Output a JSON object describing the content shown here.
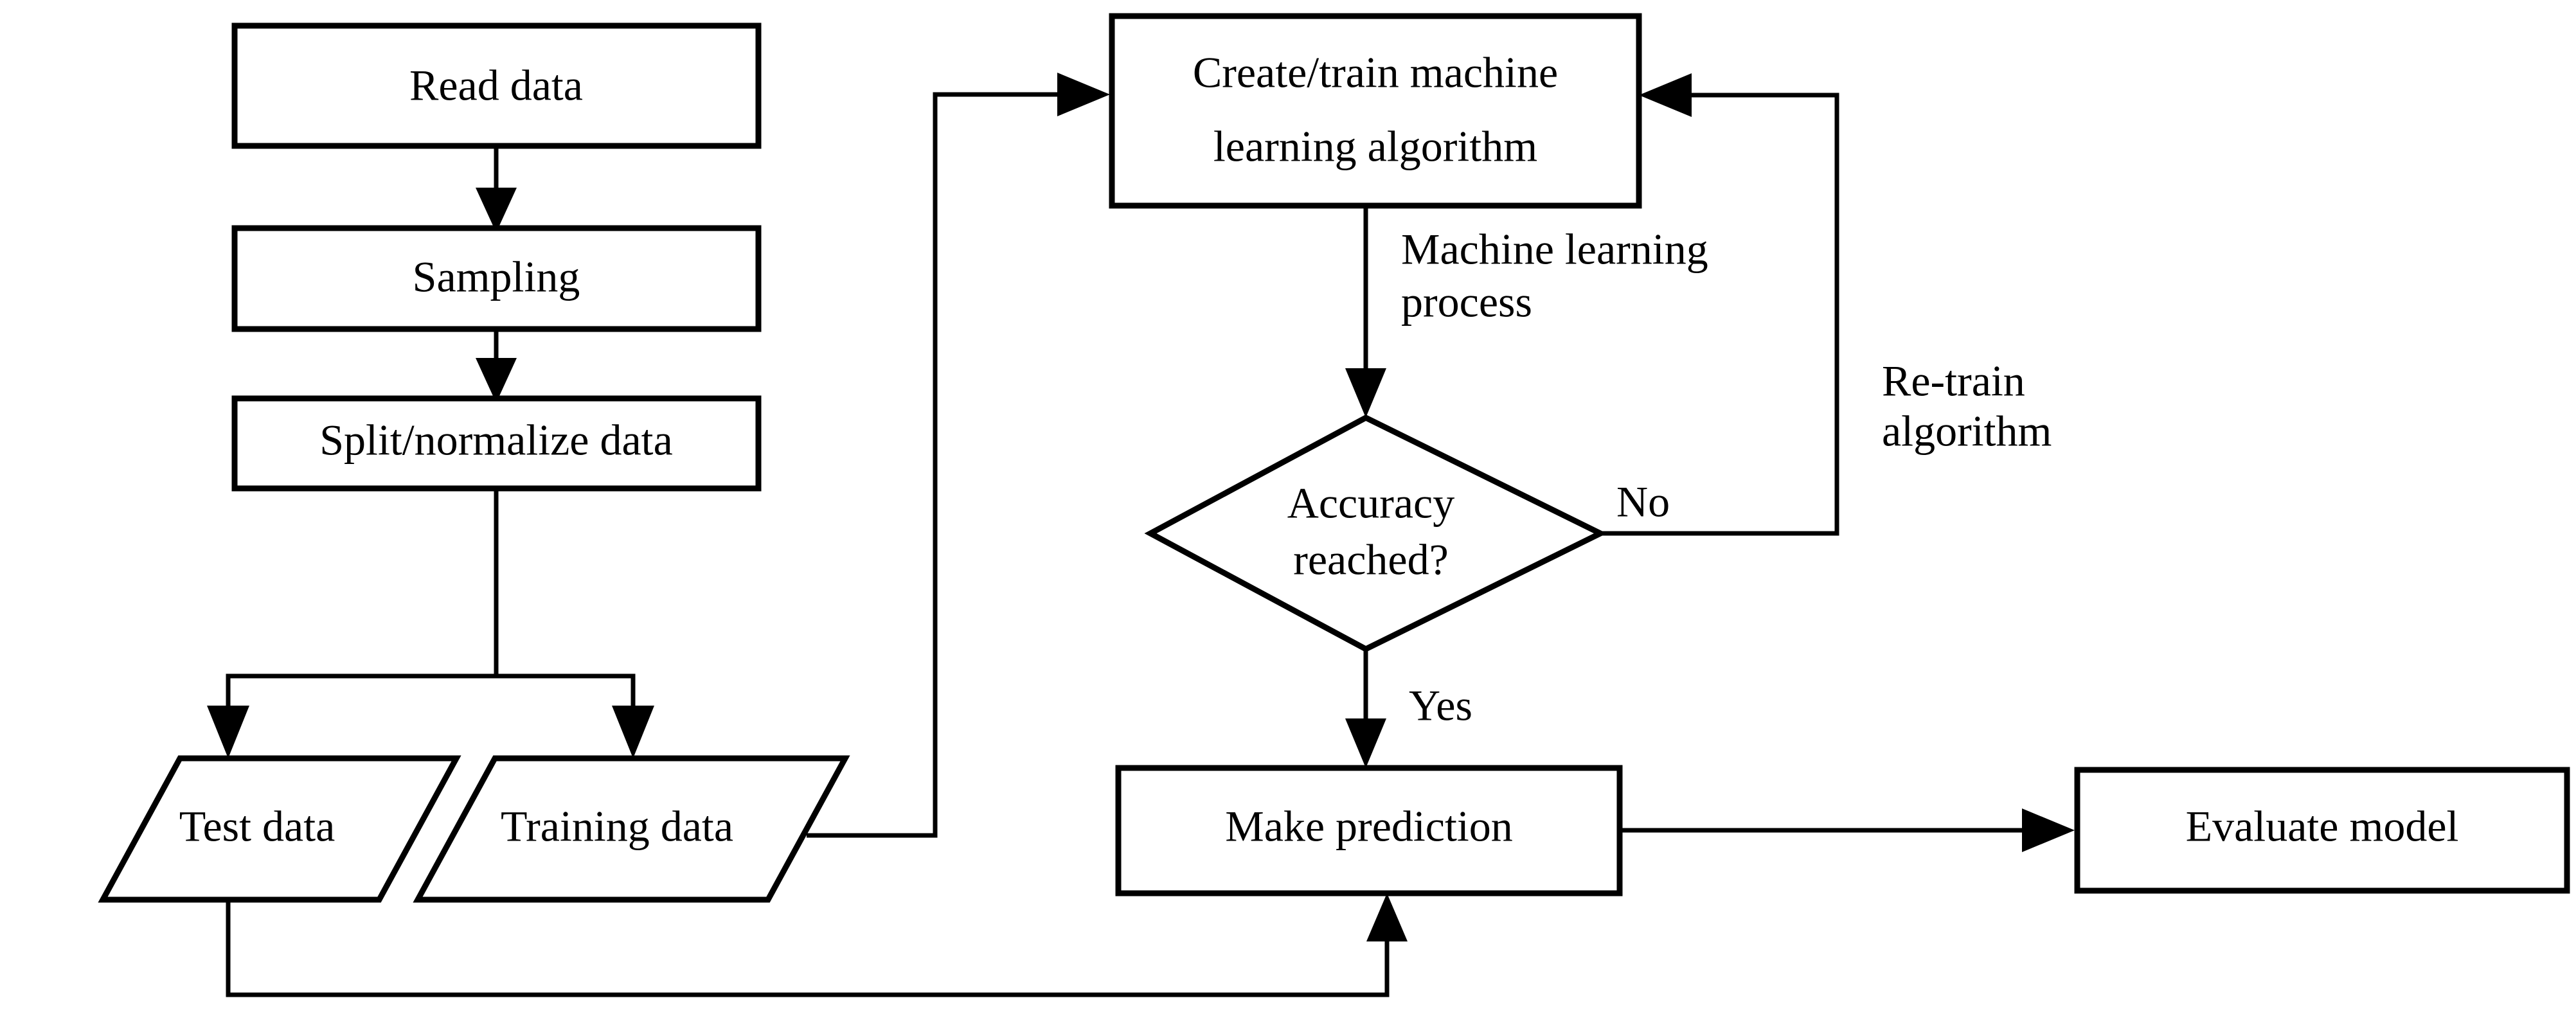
{
  "diagram": {
    "title": "Machine learning workflow flowchart",
    "background_color": "#ffffff",
    "stroke_color": "#000000",
    "nodes": {
      "read_data": {
        "label": "Read data",
        "shape": "rectangle"
      },
      "sampling": {
        "label": "Sampling",
        "shape": "rectangle"
      },
      "split_normalize": {
        "label": "Split/normalize data",
        "shape": "rectangle"
      },
      "test_data": {
        "label": "Test data",
        "shape": "parallelogram"
      },
      "training_data": {
        "label": "Training data",
        "shape": "parallelogram"
      },
      "create_train": {
        "label_line1": "Create/train machine",
        "label_line2": "learning algorithm",
        "shape": "rectangle"
      },
      "accuracy_decision": {
        "label_line1": "Accuracy",
        "label_line2": "reached?",
        "shape": "diamond"
      },
      "make_prediction": {
        "label": "Make prediction",
        "shape": "rectangle"
      },
      "evaluate_model": {
        "label": "Evaluate model",
        "shape": "rectangle"
      }
    },
    "edge_labels": {
      "ml_process_line1": "Machine learning",
      "ml_process_line2": "process",
      "no_branch": "No",
      "yes_branch": "Yes",
      "retrain_line1": "Re-train",
      "retrain_line2": "algorithm"
    }
  }
}
